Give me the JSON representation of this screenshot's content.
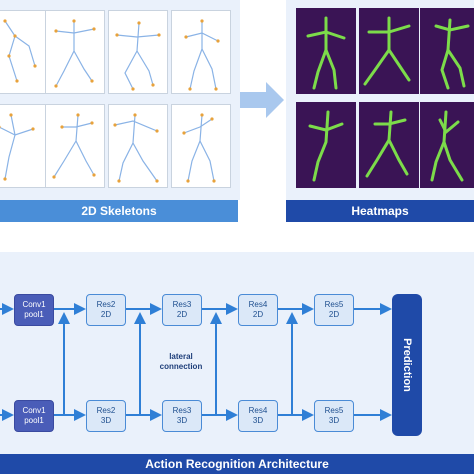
{
  "skeletons_panel": {
    "label": "2D Skeletons"
  },
  "heatmaps_panel": {
    "label": "Heatmaps"
  },
  "architecture": {
    "title": "Action Recognition Architecture",
    "conv_top": [
      "Conv1",
      "pool1"
    ],
    "conv_bottom": [
      "Conv1",
      "pool1"
    ],
    "top_row": [
      [
        "Res2",
        "2D"
      ],
      [
        "Res3",
        "2D"
      ],
      [
        "Res4",
        "2D"
      ],
      [
        "Res5",
        "2D"
      ]
    ],
    "bottom_row": [
      [
        "Res2",
        "3D"
      ],
      [
        "Res3",
        "3D"
      ],
      [
        "Res4",
        "3D"
      ],
      [
        "Res5",
        "3D"
      ]
    ],
    "lateral_label": [
      "lateral",
      "connection"
    ],
    "prediction_label": "Prediction"
  },
  "colors": {
    "accent": "#1f5fbf",
    "panel": "#eaf1fb",
    "arrow": "#2f7fd6",
    "heatmap_bg": "#3a1455",
    "heatmap_line": "#7cdc4a"
  }
}
